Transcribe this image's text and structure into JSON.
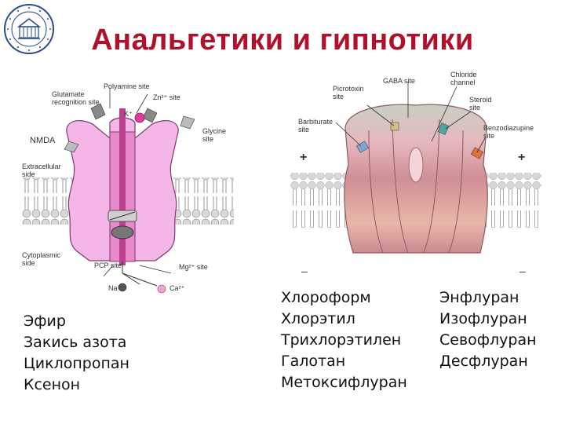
{
  "title": "Анальгетики и гипнотики",
  "logo_icon": "university-seal-icon",
  "nmda_diagram": {
    "labels": {
      "polyamine": "Polyamine site",
      "glutamate": "Glutamate\nrecognition site",
      "zn": "Zn²⁺ site",
      "k": "K⁺",
      "glycine": "Glycine\nsite",
      "nmda": "NMDA",
      "extracellular": "Extracellular\nside",
      "cytoplasmic": "Cytoplasmic\nside",
      "pcp": "PCP site",
      "mg": "Mg²⁺ site",
      "na": "Na⁺",
      "ca": "Ca²⁺"
    }
  },
  "gaba_diagram": {
    "labels": {
      "gaba": "GABA site",
      "chloride": "Chloride\nchannel",
      "picrotoxin": "Picrotoxin\nsite",
      "steroid": "Steroid\nsite",
      "barbiturate": "Barbiturate\nsite",
      "benzo": "Benzodiazupine\nsite",
      "plus_left": "+",
      "plus_right": "+",
      "minus_left": "–",
      "minus_right": "–"
    }
  },
  "list_left": [
    "Эфир",
    "Закись азота",
    "Циклопропан",
    "Ксенон"
  ],
  "list_middle": [
    "Хлороформ",
    "Хлорэтил",
    "Трихлорэтилен",
    "Галотан",
    "Метоксифлуран"
  ],
  "list_right": [
    "Энфлуран",
    "Изофлуран",
    "Севофлуран",
    "Десфлуран"
  ]
}
